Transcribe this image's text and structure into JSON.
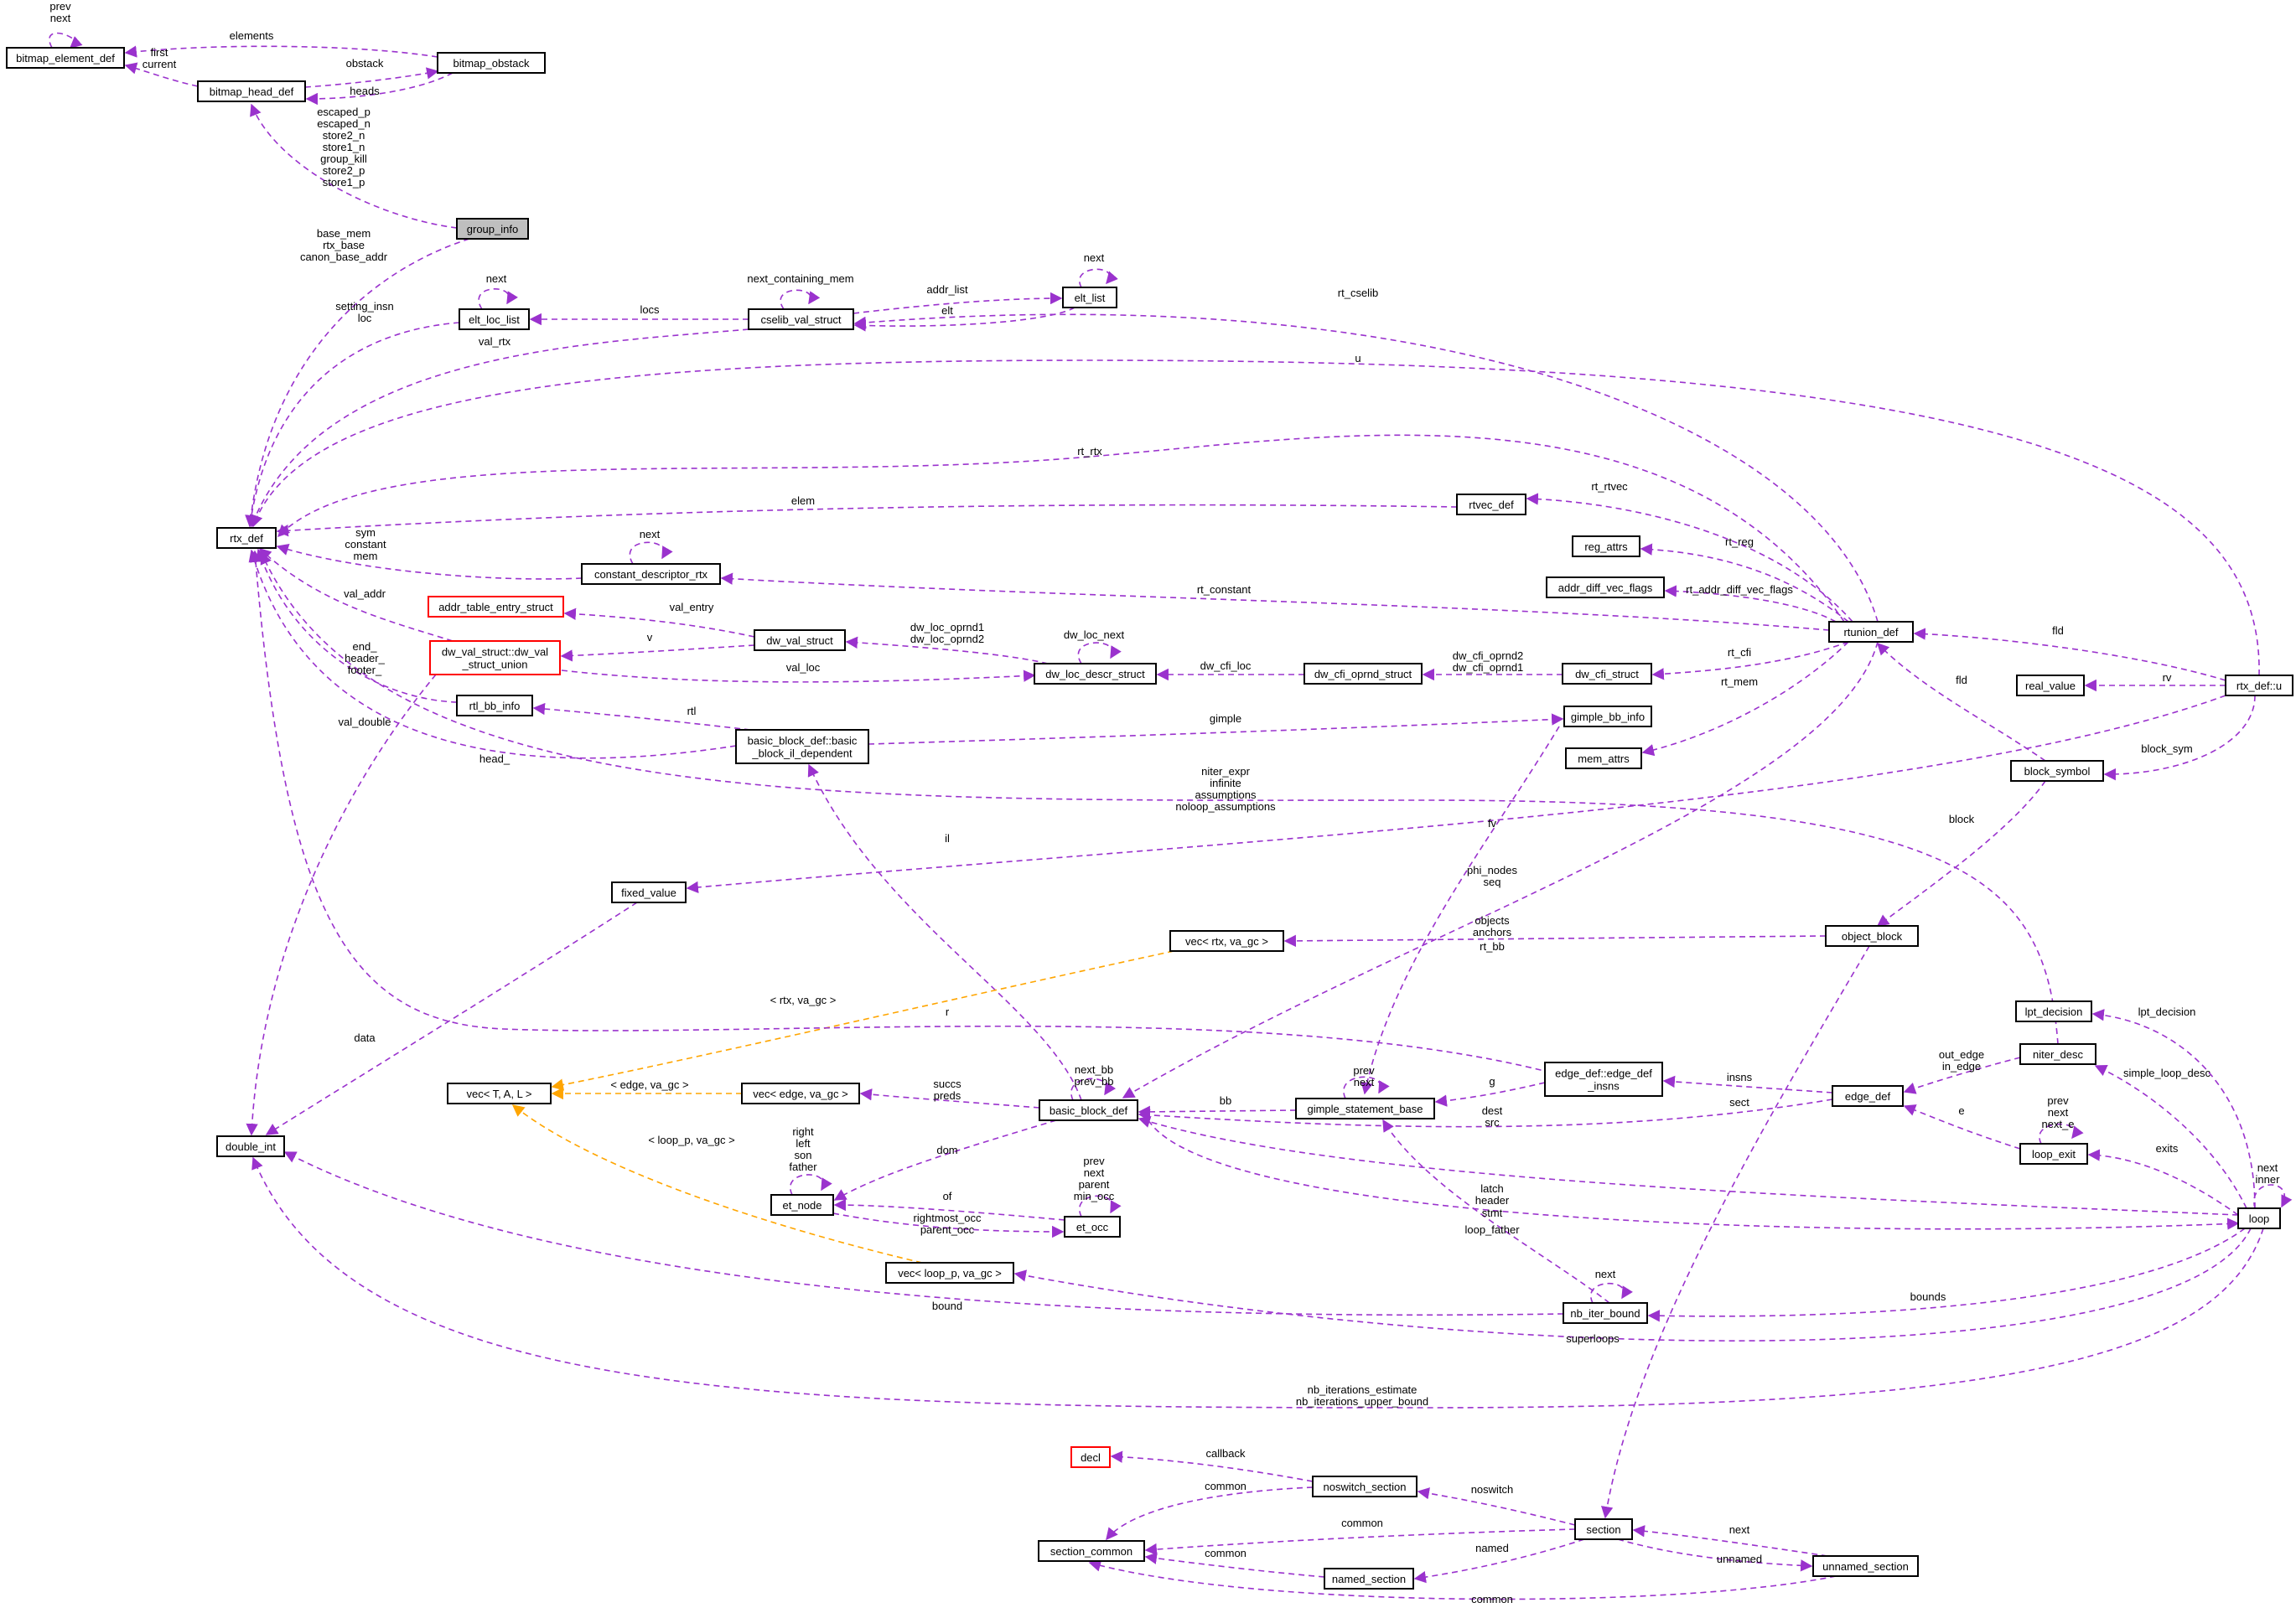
{
  "colors": {
    "member": "#9a32cd",
    "template": "#ffa500",
    "incomplete": "#ff0000",
    "focus": "#bfbfbf"
  },
  "nodes": {
    "bitmap_element_def": [
      "bitmap_element_def"
    ],
    "bitmap_obstack": [
      "bitmap_obstack"
    ],
    "bitmap_head_def": [
      "bitmap_head_def"
    ],
    "group_info": [
      "group_info"
    ],
    "elt_loc_list": [
      "elt_loc_list"
    ],
    "cselib_val_struct": [
      "cselib_val_struct"
    ],
    "elt_list": [
      "elt_list"
    ],
    "rtx_def": [
      "rtx_def"
    ],
    "rtvec_def": [
      "rtvec_def"
    ],
    "reg_attrs": [
      "reg_attrs"
    ],
    "constant_descriptor_rtx": [
      "constant_descriptor_rtx"
    ],
    "addr_diff_vec_flags": [
      "addr_diff_vec_flags"
    ],
    "addr_table_entry_struct": [
      "addr_table_entry_struct"
    ],
    "dw_val_struct_union": [
      "dw_val_struct::dw_val",
      "_struct_union"
    ],
    "dw_val_struct": [
      "dw_val_struct"
    ],
    "dw_loc_descr_struct": [
      "dw_loc_descr_struct"
    ],
    "dw_cfi_oprnd_struct": [
      "dw_cfi_oprnd_struct"
    ],
    "dw_cfi_struct": [
      "dw_cfi_struct"
    ],
    "rtunion_def": [
      "rtunion_def"
    ],
    "real_value": [
      "real_value"
    ],
    "rtx_def_u": [
      "rtx_def::u"
    ],
    "rtl_bb_info": [
      "rtl_bb_info"
    ],
    "basic_block_il": [
      "basic_block_def::basic",
      "_block_il_dependent"
    ],
    "gimple_bb_info": [
      "gimple_bb_info"
    ],
    "mem_attrs": [
      "mem_attrs"
    ],
    "block_symbol": [
      "block_symbol"
    ],
    "fixed_value": [
      "fixed_value"
    ],
    "vec_rtx": [
      "vec< rtx, va_gc >"
    ],
    "object_block": [
      "object_block"
    ],
    "lpt_decision": [
      "lpt_decision"
    ],
    "edge_def_insns": [
      "edge_def::edge_def",
      "_insns"
    ],
    "niter_desc": [
      "niter_desc"
    ],
    "vec_T": [
      "vec< T, A, L >"
    ],
    "vec_edge": [
      "vec< edge, va_gc >"
    ],
    "basic_block_def": [
      "basic_block_def"
    ],
    "gimple_statement_base": [
      "gimple_statement_base"
    ],
    "edge_def": [
      "edge_def"
    ],
    "double_int": [
      "double_int"
    ],
    "loop_exit": [
      "loop_exit"
    ],
    "et_node": [
      "et_node"
    ],
    "et_occ": [
      "et_occ"
    ],
    "loop": [
      "loop"
    ],
    "vec_loop_p": [
      "vec< loop_p, va_gc >"
    ],
    "nb_iter_bound": [
      "nb_iter_bound"
    ],
    "decl": [
      "decl"
    ],
    "noswitch_section": [
      "noswitch_section"
    ],
    "section": [
      "section"
    ],
    "section_common": [
      "section_common"
    ],
    "named_section": [
      "named_section"
    ],
    "unnamed_section": [
      "unnamed_section"
    ]
  },
  "edge_labels": {
    "bitmap_element_self": [
      "prev",
      "next"
    ],
    "bitmap_obstack_to_element": [
      "elements"
    ],
    "bitmap_head_to_element": [
      "first",
      "current"
    ],
    "bitmap_head_to_obstack": [
      "obstack"
    ],
    "bitmap_obstack_to_head": [
      "heads"
    ],
    "group_info_to_bitmap_head": [
      "escaped_p",
      "escaped_n",
      "store2_n",
      "store1_n",
      "group_kill",
      "store2_p",
      "store1_p"
    ],
    "group_info_to_rtx": [
      "base_mem",
      "rtx_base",
      "canon_base_addr"
    ],
    "elt_loc_list_self": [
      "next"
    ],
    "elt_loc_list_to_rtx": [
      "setting_insn",
      "loc"
    ],
    "cselib_self": [
      "next_containing_mem"
    ],
    "cselib_to_elt_loc_list": [
      "locs"
    ],
    "cselib_to_elt_list": [
      "addr_list"
    ],
    "elt_list_self": [
      "next"
    ],
    "elt_list_to_cselib": [
      "elt"
    ],
    "cselib_to_rtx": [
      "val_rtx"
    ],
    "rtunion_to_cselib": [
      "rt_cselib"
    ],
    "u_to_rtx": [
      "u"
    ],
    "rtunion_to_rtx": [
      "rt_rtx"
    ],
    "rtunion_to_rtvec": [
      "rt_rtvec"
    ],
    "rtvec_to_rtx": [
      "elem"
    ],
    "rtunion_to_reg_attrs": [
      "rt_reg"
    ],
    "constant_self": [
      "next"
    ],
    "constant_to_rtx": [
      "sym",
      "constant",
      "mem"
    ],
    "rtunion_to_constant": [
      "rt_constant"
    ],
    "rtunion_to_addr_diff": [
      "rt_addr_diff_vec_flags"
    ],
    "dw_val_union_to_rtx": [
      "val_addr"
    ],
    "dw_val_union_to_addr_table": [
      "val_entry"
    ],
    "dw_val_to_union": [
      "v"
    ],
    "dw_loc_to_dw_val": [
      "dw_loc_oprnd1",
      "dw_loc_oprnd2"
    ],
    "dw_loc_self": [
      "dw_loc_next"
    ],
    "dw_val_union_to_dw_loc": [
      "val_loc"
    ],
    "dw_cfi_oprnd_to_dw_loc": [
      "dw_cfi_loc"
    ],
    "dw_cfi_to_oprnd": [
      "dw_cfi_oprnd2",
      "dw_cfi_oprnd1"
    ],
    "rtunion_to_dw_cfi": [
      "rt_cfi"
    ],
    "u_to_rtunion": [
      "fld"
    ],
    "u_to_real": [
      "rv"
    ],
    "rtl_bb_to_rtx": [
      "end_",
      "header_",
      "footer_"
    ],
    "bb_il_to_rtl_bb": [
      "rtl"
    ],
    "bb_il_to_gimple_bb": [
      "gimple"
    ],
    "rtunion_to_mem": [
      "rt_mem"
    ],
    "block_symbol_to_rtunion": [
      "fld"
    ],
    "u_to_block_symbol": [
      "block_sym"
    ],
    "bb_il_to_rtx": [
      "head_"
    ],
    "dw_val_union_to_double": [
      "val_double"
    ],
    "niter_to_rtx": [
      "niter_expr",
      "infinite",
      "assumptions",
      "noloop_assumptions"
    ],
    "u_to_fixed": [
      "fv"
    ],
    "block_symbol_to_object": [
      "block"
    ],
    "bb_to_bb_il": [
      "il"
    ],
    "gimple_bb_to_gimple_stmt": [
      "phi_nodes",
      "seq"
    ],
    "object_to_vec_rtx": [
      "objects",
      "anchors"
    ],
    "rtunion_to_bb": [
      "rt_bb"
    ],
    "fixed_to_double": [
      "data"
    ],
    "vec_rtx_to_vec_T": [
      "< rtx, va_gc >"
    ],
    "edge_insns_to_rtx": [
      "r"
    ],
    "loop_to_lpt": [
      "lpt_decision"
    ],
    "niter_to_edge": [
      "out_edge",
      "in_edge"
    ],
    "loop_to_niter": [
      "simple_loop_desc"
    ],
    "vec_edge_to_vec_T": [
      "< edge, va_gc >"
    ],
    "bb_to_vec_edge": [
      "succs",
      "preds"
    ],
    "bb_self": [
      "next_bb",
      "prev_bb"
    ],
    "gimple_stmt_to_bb": [
      "bb"
    ],
    "gimple_stmt_self": [
      "prev",
      "next"
    ],
    "edge_insns_to_gimple_stmt": [
      "g"
    ],
    "edge_to_insns": [
      "insns"
    ],
    "edge_to_bb": [
      "dest",
      "src"
    ],
    "object_to_section": [
      "sect"
    ],
    "loop_exit_self": [
      "prev",
      "next",
      "next_e"
    ],
    "loop_exit_to_edge": [
      "e"
    ],
    "loop_to_loop_exit": [
      "exits"
    ],
    "vec_loop_to_vec_T": [
      "< loop_p, va_gc >"
    ],
    "bb_to_et_node": [
      "dom"
    ],
    "et_node_self": [
      "right",
      "left",
      "son",
      "father"
    ],
    "et_occ_self": [
      "prev",
      "next",
      "parent",
      "min_occ"
    ],
    "et_occ_to_et_node": [
      "of"
    ],
    "et_node_to_et_occ": [
      "rightmost_occ",
      "parent_occ"
    ],
    "loop_to_bb": [
      "latch",
      "header"
    ],
    "nb_iter_to_gimple_stmt": [
      "stmt"
    ],
    "loop_self": [
      "next",
      "inner"
    ],
    "bb_to_loop": [
      "loop_father"
    ],
    "nb_iter_self": [
      "next"
    ],
    "nb_iter_to_double": [
      "bound"
    ],
    "loop_to_nb_iter": [
      "bounds"
    ],
    "loop_to_vec_loop": [
      "superloops"
    ],
    "loop_to_double": [
      "nb_iterations_estimate",
      "nb_iterations_upper_bound"
    ],
    "noswitch_to_decl": [
      "callback"
    ],
    "noswitch_to_common": [
      "common"
    ],
    "section_to_noswitch": [
      "noswitch"
    ],
    "section_to_common": [
      "common"
    ],
    "section_to_named": [
      "named"
    ],
    "named_to_common": [
      "common"
    ],
    "unnamed_to_section": [
      "next"
    ],
    "section_to_unnamed": [
      "unnamed"
    ],
    "unnamed_to_common": [
      "common"
    ]
  }
}
